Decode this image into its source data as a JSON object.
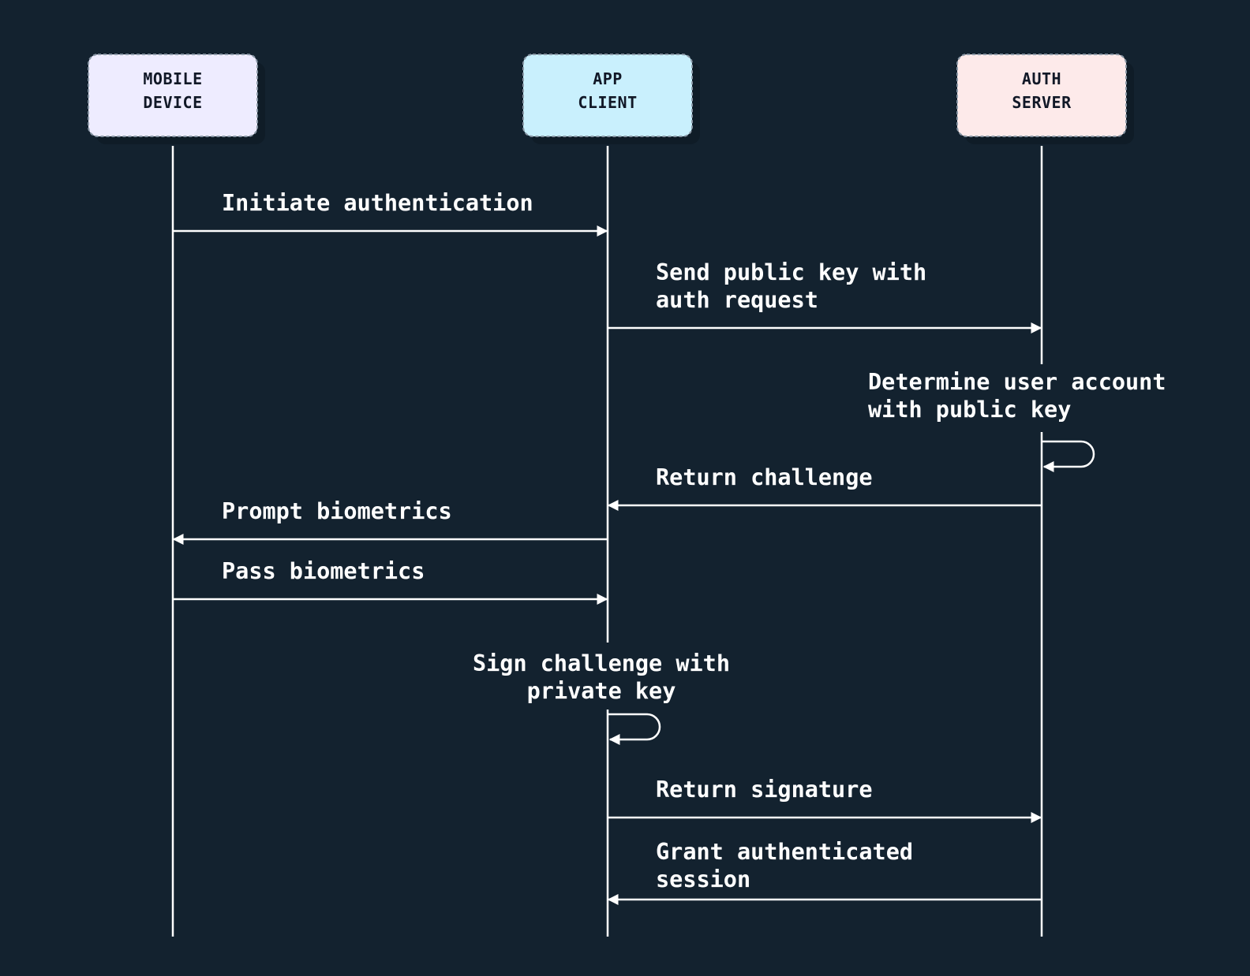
{
  "colors": {
    "background": "#13222f",
    "line": "#ffffff",
    "box_shadow": "#0f1c27",
    "actor_text": "#111827"
  },
  "actors": [
    {
      "id": "mobile",
      "lines": [
        "MOBILE",
        "DEVICE"
      ],
      "fill": "#eeecff"
    },
    {
      "id": "app",
      "lines": [
        "APP",
        "CLIENT"
      ],
      "fill": "#c9f0fd"
    },
    {
      "id": "auth",
      "lines": [
        "AUTH",
        "SERVER"
      ],
      "fill": "#fdeaea"
    }
  ],
  "messages": [
    {
      "id": "msg-initiate",
      "from": "mobile",
      "to": "app",
      "lines": [
        "Initiate authentication"
      ]
    },
    {
      "id": "msg-send-public-key",
      "from": "app",
      "to": "auth",
      "lines": [
        "Send public key with",
        "auth request"
      ]
    },
    {
      "id": "msg-determine-account",
      "from": "auth",
      "to": "auth",
      "self": true,
      "lines": [
        "Determine user account",
        "with public key"
      ]
    },
    {
      "id": "msg-return-challenge",
      "from": "auth",
      "to": "app",
      "lines": [
        "Return challenge"
      ]
    },
    {
      "id": "msg-prompt-biometrics",
      "from": "app",
      "to": "mobile",
      "lines": [
        "Prompt biometrics"
      ]
    },
    {
      "id": "msg-pass-biometrics",
      "from": "mobile",
      "to": "app",
      "lines": [
        "Pass biometrics"
      ]
    },
    {
      "id": "msg-sign-challenge",
      "from": "app",
      "to": "app",
      "self": true,
      "lines": [
        "Sign challenge with",
        "private key"
      ]
    },
    {
      "id": "msg-return-signature",
      "from": "app",
      "to": "auth",
      "lines": [
        "Return signature"
      ]
    },
    {
      "id": "msg-grant-session",
      "from": "auth",
      "to": "app",
      "lines": [
        "Grant authenticated",
        "session"
      ]
    }
  ]
}
